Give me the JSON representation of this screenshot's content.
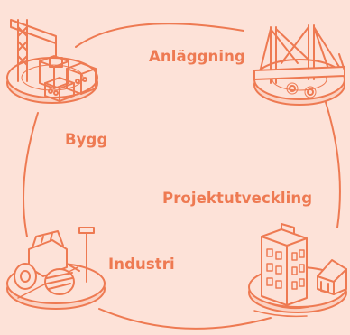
{
  "labels": {
    "anlaggning": "Anläggning",
    "bygg": "Bygg",
    "projektutveckling": "Projektutveckling",
    "industri": "Industri"
  },
  "colors": {
    "background": "#fde2d8",
    "stroke": "#ee7a52",
    "fill": "#fbd2c3"
  },
  "icons": [
    "crane-blocks-icon",
    "bridge-icon",
    "roller-streetlight-icon",
    "buildings-icon"
  ]
}
